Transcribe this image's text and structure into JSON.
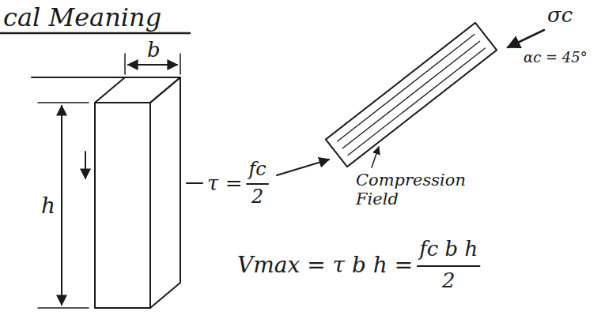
{
  "diagram": {
    "title": "cal Meaning",
    "labels": [
      "b",
      "h",
      "τ =",
      "fc",
      "2",
      "σc",
      "αc = 45°",
      "Compression Field",
      "Vmax = τ b h =",
      "fc b h",
      "2"
    ]
  }
}
